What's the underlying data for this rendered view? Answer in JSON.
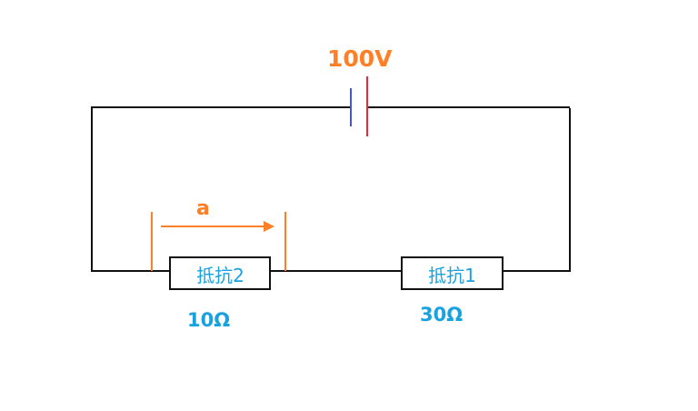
{
  "battery": {
    "voltage_label": "100V",
    "negative_plate_color": "#4455dd",
    "positive_plate_color": "#e8283c"
  },
  "resistors": [
    {
      "id": "resistor-2",
      "label": "抵抗2",
      "resistance": "10Ω"
    },
    {
      "id": "resistor-1",
      "label": "抵抗1",
      "resistance": "30Ω"
    }
  ],
  "measurement": {
    "label": "a",
    "color": "#ff7f27"
  },
  "colors": {
    "wire": "#111111",
    "label_text": "#19a2e0",
    "accent": "#ff7f27"
  }
}
